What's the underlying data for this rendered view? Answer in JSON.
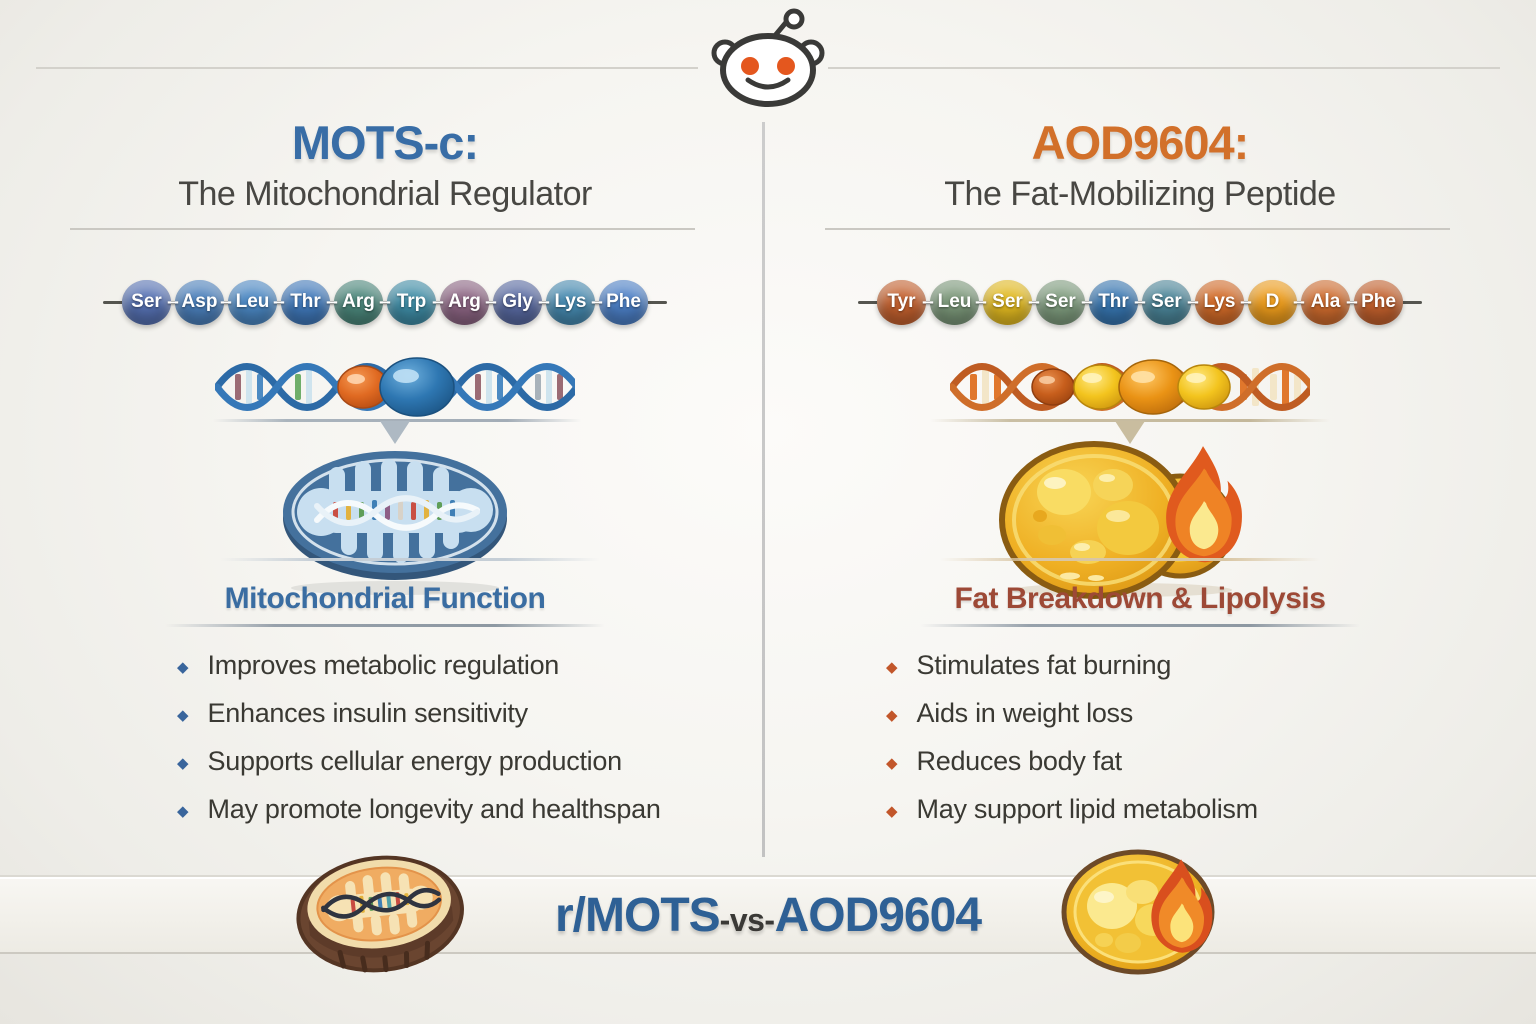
{
  "markers": {
    "diamond": "◆",
    "chain_separator": "–"
  },
  "header": {
    "logo_icon": "reddit-snoo-icon"
  },
  "left": {
    "title": "MOTS-c:",
    "subtitle": "The Mitochondrial Regulator",
    "accent_color": "#386da6",
    "peptide_chain": [
      {
        "label": "Ser",
        "color": "#5570b1"
      },
      {
        "label": "Asp",
        "color": "#4a7eb9"
      },
      {
        "label": "Leu",
        "color": "#4a86c1"
      },
      {
        "label": "Thr",
        "color": "#3f77b8"
      },
      {
        "label": "Arg",
        "color": "#4a8579"
      },
      {
        "label": "Trp",
        "color": "#3e8ba4"
      },
      {
        "label": "Arg",
        "color": "#8a6381"
      },
      {
        "label": "Gly",
        "color": "#57689f"
      },
      {
        "label": "Lys",
        "color": "#4588ae"
      },
      {
        "label": "Phe",
        "color": "#4b7ec4"
      }
    ],
    "illustration": "mitochondrion-with-dna",
    "caption": "Mitochondrial Function",
    "caption_color": "#3a6da2",
    "bullets": [
      "Improves metabolic regulation",
      "Enhances insulin sensitivity",
      "Supports cellular energy production",
      "May promote longevity and healthspan"
    ]
  },
  "right": {
    "title": "AOD9604:",
    "subtitle": "The Fat-Mobilizing Peptide",
    "accent_color": "#d2702a",
    "peptide_chain": [
      {
        "label": "Tyr",
        "color": "#c2602e"
      },
      {
        "label": "Leu",
        "color": "#7a9678"
      },
      {
        "label": "Ser",
        "color": "#e0b820"
      },
      {
        "label": "Ser",
        "color": "#7d9a7c"
      },
      {
        "label": "Thr",
        "color": "#3674ae"
      },
      {
        "label": "Ser",
        "color": "#4a8396"
      },
      {
        "label": "Lys",
        "color": "#d06a28"
      },
      {
        "label": "D",
        "color": "#eb9b1c"
      },
      {
        "label": "Ala",
        "color": "#cc6a2d"
      },
      {
        "label": "Phe",
        "color": "#c05f2c"
      }
    ],
    "illustration": "fat-cell-with-flame",
    "caption": "Fat Breakdown & Lipolysis",
    "caption_color": "#9d4936",
    "bullets": [
      "Stimulates fat burning",
      "Aids in weight loss",
      "Reduces body fat",
      "May support lipid metabolism"
    ]
  },
  "footer": {
    "community_prefix": "r/MOTS",
    "community_mid": "-vs-",
    "community_suffix": "AOD9604",
    "text_color": "#2e6095"
  }
}
